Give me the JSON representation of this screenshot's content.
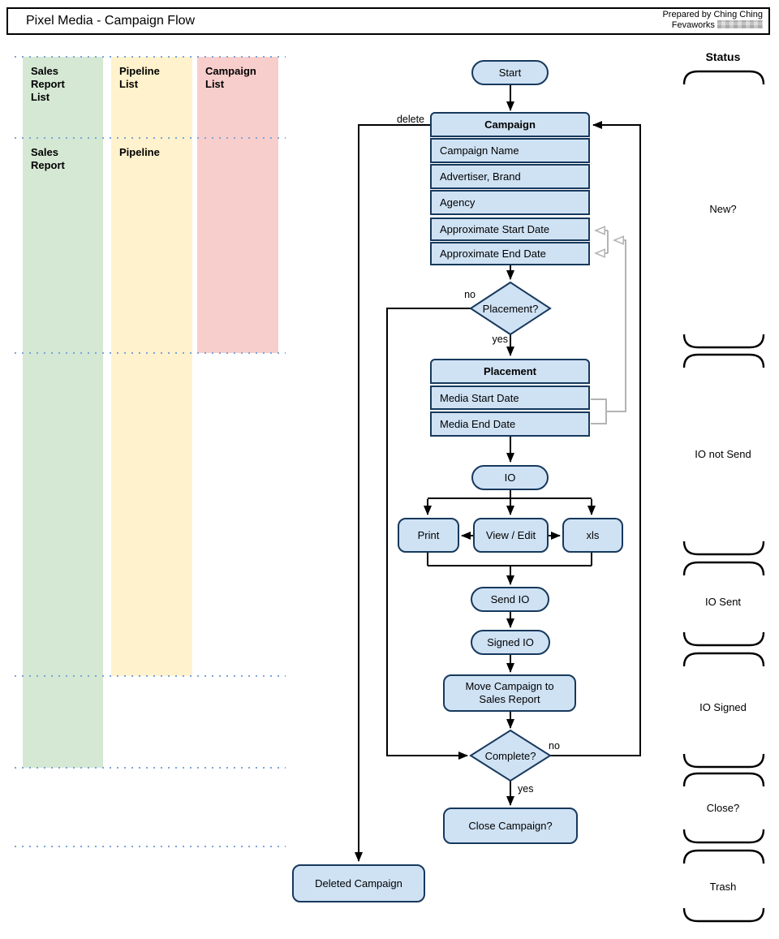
{
  "header": {
    "title": "Pixel Media - Campaign Flow",
    "prepared_by": "Prepared by Ching Ching",
    "prepared_company": "Fevaworks"
  },
  "lanes": [
    {
      "label": "Sales Report List",
      "color": "#d5e8d4"
    },
    {
      "label": "Pipeline List",
      "color": "#fff2cc"
    },
    {
      "label": "Campaign List",
      "color": "#f8cecc"
    }
  ],
  "sublanes": [
    {
      "label": "Sales Report"
    },
    {
      "label": "Pipeline"
    }
  ],
  "flow": {
    "start": "Start",
    "campaign": {
      "title": "Campaign",
      "fields": [
        "Campaign Name",
        "Advertiser, Brand",
        "Agency",
        "Approximate Start Date",
        "Approximate End Date"
      ]
    },
    "placement_decision": "Placement?",
    "placement": {
      "title": "Placement",
      "fields": [
        "Media Start Date",
        "Media End Date"
      ]
    },
    "io": "IO",
    "print": "Print",
    "view_edit": "View / Edit",
    "xls": "xls",
    "send_io": "Send IO",
    "signed_io": "Signed IO",
    "move_to_sales": "Move Campaign to Sales Report",
    "complete_decision": "Complete?",
    "close_campaign": "Close Campaign?",
    "deleted_campaign": "Deleted Campaign"
  },
  "edge_labels": {
    "delete": "delete",
    "placement_no": "no",
    "placement_yes": "yes",
    "complete_no": "no",
    "complete_yes": "yes"
  },
  "status": {
    "title": "Status",
    "items": [
      {
        "label": "New?"
      },
      {
        "label": "IO not Send"
      },
      {
        "label": "IO Sent"
      },
      {
        "label": "IO Signed"
      },
      {
        "label": "Close?"
      },
      {
        "label": "Trash"
      }
    ]
  },
  "colors": {
    "node_fill": "#cfe2f4",
    "node_stroke": "#17395c",
    "lane_green": "#d5e8d4",
    "lane_yellow": "#fff2cc",
    "lane_red": "#f8cecc",
    "dotted_line": "#7aa5d8",
    "gray_connector": "#b3b3b3",
    "arrow_black": "#000000"
  }
}
